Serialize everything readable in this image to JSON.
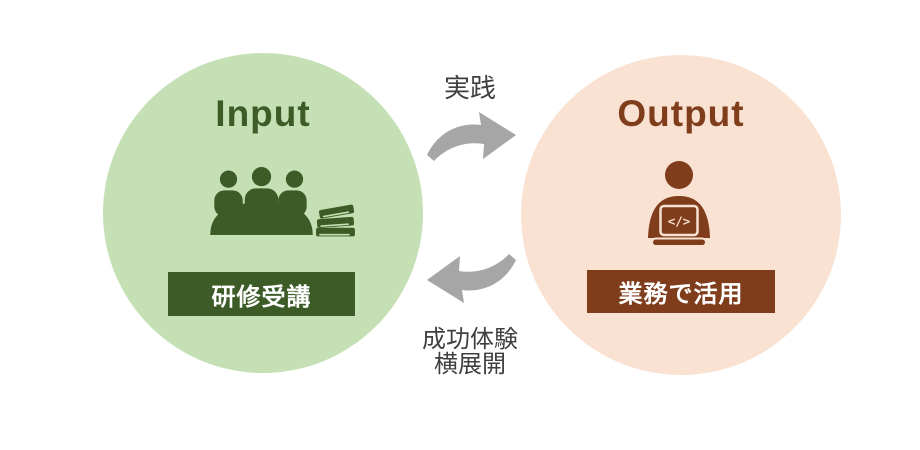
{
  "colors": {
    "input_fill": "#c5e0b4",
    "input_accent": "#3c5b26",
    "output_fill": "#f9e2d2",
    "output_accent": "#7f3d1c",
    "arrow_gray": "#a6a6a6",
    "center_text": "#3f3f3f",
    "label_text": "#ffffff"
  },
  "input_circle": {
    "title": "Input",
    "label": "研修受講",
    "icons": [
      "meeting-people-icon",
      "books-stack-icon"
    ]
  },
  "output_circle": {
    "title": "Output",
    "label": "業務で活用",
    "icons": [
      "person-at-laptop-icon"
    ],
    "code_glyph": "</>"
  },
  "top_arrow": {
    "label": "実践",
    "direction": "left-to-right",
    "icon": "curved-arrow-right-icon"
  },
  "bottom_arrow": {
    "label_line1": "成功体験",
    "label_line2": "横展開",
    "direction": "right-to-left",
    "icon": "curved-arrow-left-icon"
  }
}
